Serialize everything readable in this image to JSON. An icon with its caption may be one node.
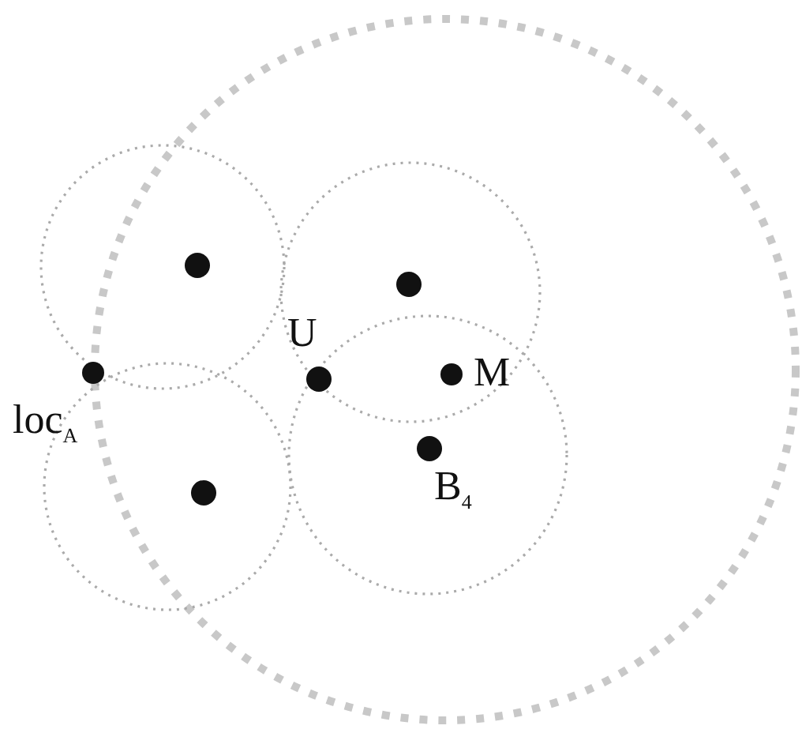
{
  "diagram": {
    "labels": [
      "U",
      "M",
      "loc$_{A}$",
      "B$_{4}$"
    ]
  }
}
